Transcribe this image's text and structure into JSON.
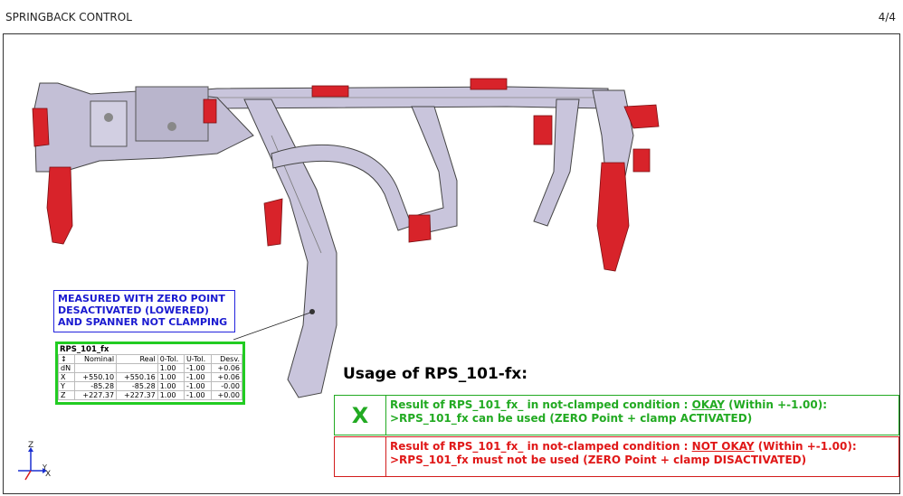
{
  "header": {
    "title": "SPRINGBACK CONTROL",
    "page": "4/4"
  },
  "note": {
    "lines": [
      "MEASURED WITH ZERO POINT",
      "DESACTIVATED (LOWERED)",
      "AND SPANNER NOT CLAMPING"
    ]
  },
  "measure": {
    "title": "RPS_101_fx",
    "columns": [
      "↕",
      "Nominal",
      "Real",
      "0-Tol.",
      "U-Tol.",
      "Desv."
    ],
    "rows": [
      [
        "dN",
        "",
        "",
        "1.00",
        "-1.00",
        "+0.06"
      ],
      [
        "X",
        "+550.10",
        "+550.16",
        "1.00",
        "-1.00",
        "+0.06"
      ],
      [
        "Y",
        "-85.28",
        "-85.28",
        "1.00",
        "-1.00",
        "-0.00"
      ],
      [
        "Z",
        "+227.37",
        "+227.37",
        "1.00",
        "-1.00",
        "+0.00"
      ]
    ]
  },
  "usage": {
    "title": "Usage of RPS_101-fx:"
  },
  "results": {
    "ok": {
      "mark": "X",
      "line1_pre": "Result of RPS_101_fx_ in not-clamped condition : ",
      "line1_status": "OKAY",
      "line1_post": " (Within +-1.00):",
      "line2": ">RPS_101_fx can be used (ZERO Point + clamp ACTIVATED)"
    },
    "nok": {
      "mark": "",
      "line1_pre": "Result of RPS_101_fx_ in not-clamped condition : ",
      "line1_status": "NOT OKAY",
      "line1_post": " (Within +-1.00):",
      "line2": ">RPS_101_fx must not be used (ZERO Point + clamp DISACTIVATED)"
    }
  },
  "axes": {
    "z": "Z",
    "x": "X",
    "y": "Y"
  },
  "colors": {
    "part_body": "#c9c5dc",
    "part_clamp": "#d8232a",
    "ok": "#22aa22",
    "nok": "#e01818",
    "note": "#1a1ad0"
  }
}
